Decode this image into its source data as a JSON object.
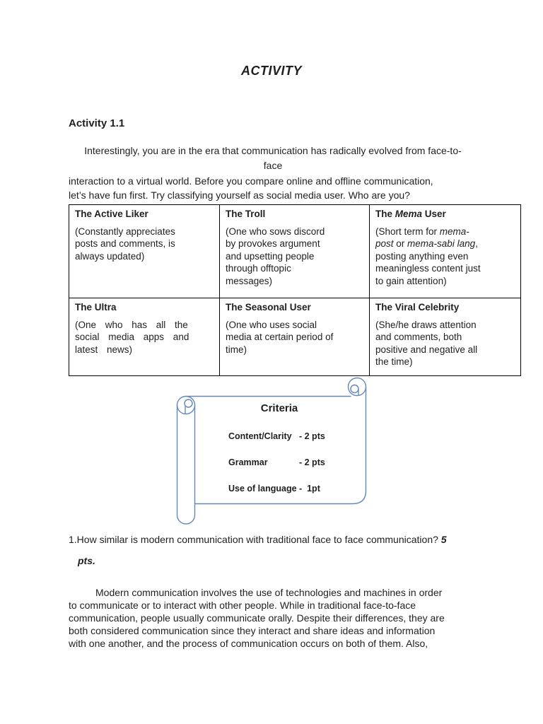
{
  "document": {
    "title": "ACTIVITY",
    "section_heading": "Activity 1.1",
    "intro_centered": "Interestingly, you are in the era that communication has radically evolved from face-to-\nface",
    "intro": "interaction to a virtual world. Before you compare online and offline communication,\nlet’s have fun first. Try classifying yourself as social media user. Who are you?",
    "question": {
      "line1_segments": [
        {
          "t": "1.How similar is modern communication with traditional face to face communication? "
        },
        {
          "t": "5",
          "bi": true
        }
      ],
      "line2_segments": [
        {
          "t": "pts.",
          "bi": true
        }
      ]
    },
    "answer": "Modern communication involves the use of technologies and machines in order\nto communicate or to interact with other people. While in traditional face-to-face\ncommunication, people usually communicate orally. Despite their differences, they are\nboth considered communication since they interact and share ideas and information\nwith one another, and the process of communication occurs on both of them. Also,"
  },
  "user_type_table": {
    "rows": [
      [
        {
          "title_segments": [
            {
              "t": "The Active Liker"
            }
          ],
          "body_segments": [
            {
              "t": "(Constantly appreciates\nposts and comments, is\nalways updated)"
            }
          ]
        },
        {
          "title_segments": [
            {
              "t": "The Troll"
            }
          ],
          "body_segments": [
            {
              "t": "(One who sows discord\nby provokes argument\nand upsetting people\nthrough offtopic\nmessages)"
            }
          ]
        },
        {
          "title_segments": [
            {
              "t": "The "
            },
            {
              "t": "Mema",
              "i": true
            },
            {
              "t": " User"
            }
          ],
          "body_segments": [
            {
              "t": "(Short term for "
            },
            {
              "t": "mema-\npost",
              "i": true
            },
            {
              "t": " or "
            },
            {
              "t": "mema-sabi lang",
              "i": true
            },
            {
              "t": ",\nposting anything even\nmeaningless content just\nto gain attention)"
            }
          ]
        }
      ],
      [
        {
          "title_segments": [
            {
              "t": "The Ultra"
            }
          ],
          "body_segments": [
            {
              "t": "(One who has all the\nsocial media apps and\nlatest news)"
            }
          ],
          "justify": true
        },
        {
          "title_segments": [
            {
              "t": "The Seasonal User"
            }
          ],
          "body_segments": [
            {
              "t": "(One who uses social\nmedia at certain period of\ntime)"
            }
          ]
        },
        {
          "title_segments": [
            {
              "t": "The Viral Celebrity"
            }
          ],
          "body_segments": [
            {
              "t": "(She/he draws attention\nand comments, both\npositive and negative all\nthe time)"
            }
          ]
        }
      ]
    ]
  },
  "criteria": {
    "heading": "Criteria",
    "items": [
      {
        "label": "Content/Clarity",
        "points": "- 2 pts"
      },
      {
        "label": "Grammar",
        "points": "- 2 pts"
      },
      {
        "label": "Use of language",
        "points": "-  1pt"
      }
    ]
  },
  "colors": {
    "scroll_outline": "#6288ba",
    "text": "#1f1f1f",
    "table_border": "#000000"
  }
}
